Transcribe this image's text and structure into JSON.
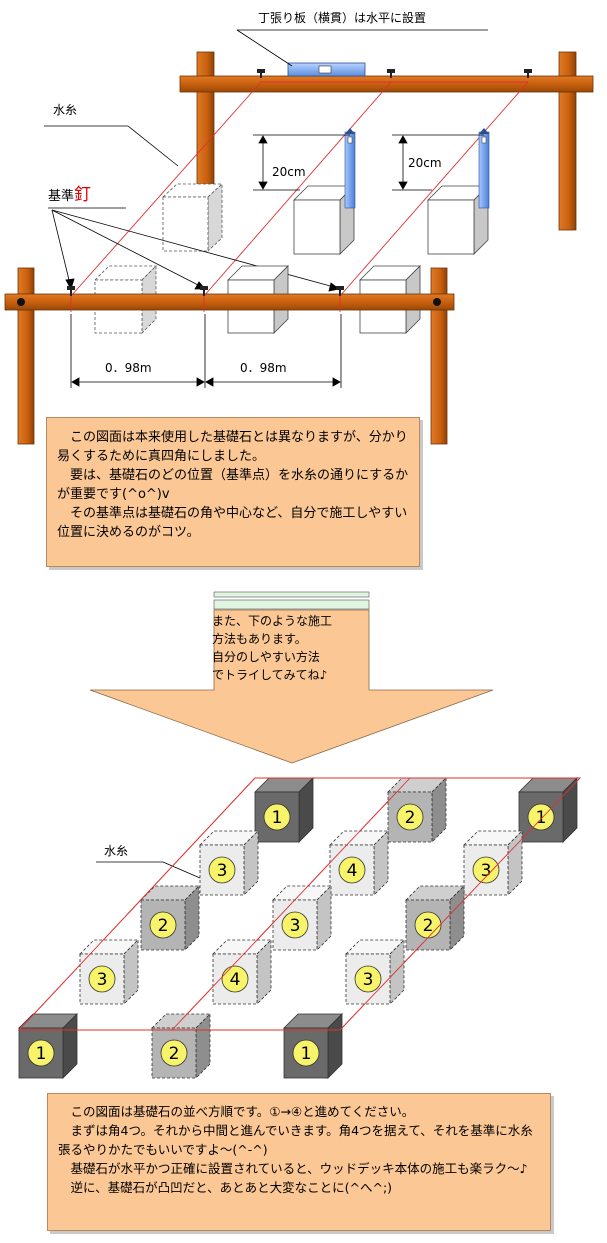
{
  "top": {
    "board_label": "丁張り板（横貫）は水平に設置",
    "water_line_label": "水糸",
    "nail_label_base": "基準",
    "nail_label_accent": "釘",
    "height_label_1": "20cm",
    "height_label_2": "20cm",
    "span_label_1": "0．98m",
    "span_label_2": "0．98m",
    "note": "　この図面は本来使用した基礎石とは異なりますが、分かり易くするために真四角にしました。\n　要は、基礎石のどの位置（基準点）を水糸の通りにするかが重要です(^o^)v\n　その基準点は基礎石の角や中心など、自分で施工しやすい位置に決めるのがコツ。"
  },
  "middle": {
    "text": "また、下のような施工\n方法もあります。\n自分のしやすい方法\nでトライしてみてね♪"
  },
  "bottom": {
    "water_line_label": "水糸",
    "stone_numbers": [
      "1",
      "2",
      "3",
      "4"
    ],
    "note": "　この図面は基礎石の並べ方順です。①→④と進めてください。\n　まずは角4つ。それから中間と進んでいきます。角4つを据えて、それを基準に水糸張るやりかたでもいいですよ～(^-^)\n　基礎石が水平かつ正確に設置されていると、ウッドデッキ本体の施工も楽ラク～♪\n　逆に、基礎石が凸凹だと、あとあと大変なことに(^へ^;)"
  },
  "colors": {
    "wood": "#c8600e",
    "wood_dark": "#7a3a06",
    "string": "#e03030",
    "level": "#8ab4f0",
    "note_bg": "#fbc795",
    "circle": "#f7f36a",
    "arrow": "#fbc795"
  }
}
